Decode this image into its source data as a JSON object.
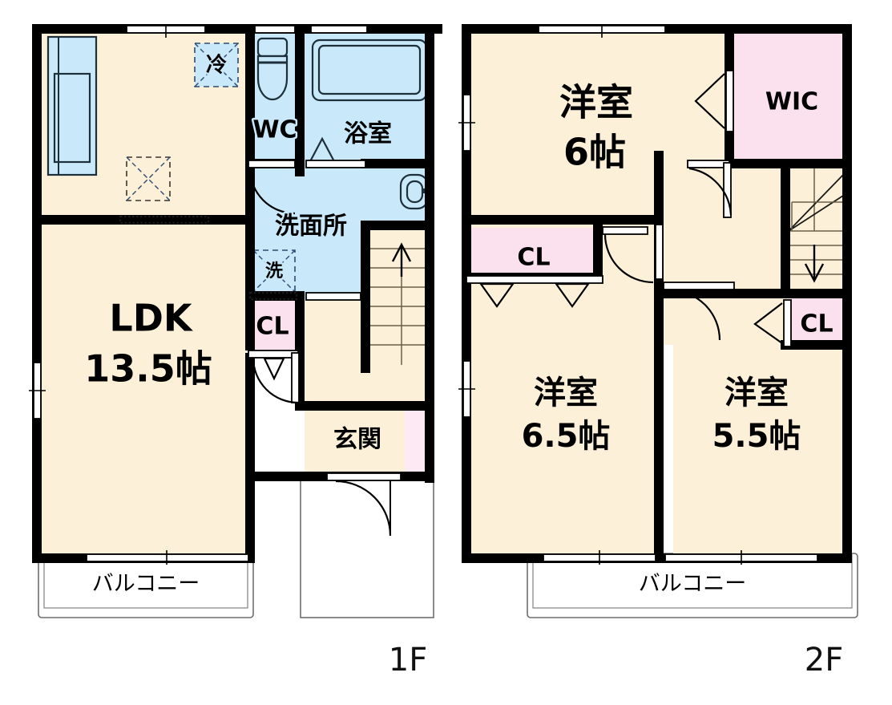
{
  "floors": [
    {
      "id": "1f",
      "label": "1F",
      "rooms": [
        {
          "name": "LDK",
          "size": "13.5帖"
        },
        {
          "name": "WC",
          "size": ""
        },
        {
          "name": "浴室",
          "size": ""
        },
        {
          "name": "洗面所",
          "size": ""
        },
        {
          "name": "CL",
          "size": ""
        },
        {
          "name": "玄関",
          "size": ""
        },
        {
          "name": "バルコニー",
          "size": ""
        }
      ],
      "markers": [
        {
          "name": "冷",
          "meaning": "refrigerator-space"
        },
        {
          "name": "洗",
          "meaning": "washing-machine-space"
        }
      ],
      "balcony_label": "バルコニー"
    },
    {
      "id": "2f",
      "label": "2F",
      "rooms": [
        {
          "name": "洋室",
          "size": "6帖"
        },
        {
          "name": "洋室",
          "size": "6.5帖"
        },
        {
          "name": "洋室",
          "size": "5.5帖"
        },
        {
          "name": "WIC",
          "size": ""
        },
        {
          "name": "CL",
          "size": ""
        },
        {
          "name": "CL",
          "size": ""
        },
        {
          "name": "バルコニー",
          "size": ""
        }
      ],
      "markers": [],
      "balcony_label": "バルコニー"
    }
  ],
  "labels": {
    "ldk": "LDK",
    "ldk_size": "13.5帖",
    "wc": "WC",
    "bath": "浴室",
    "washroom": "洗面所",
    "closet": "CL",
    "entrance": "玄関",
    "fridge": "冷",
    "washer": "洗",
    "balcony": "バルコニー",
    "floor1": "1F",
    "floor2": "2F",
    "wic": "WIC",
    "room_western": "洋室",
    "room6": "6帖",
    "room65": "6.5帖",
    "room55": "5.5帖",
    "closet_2f_a": "CL",
    "closet_2f_b": "CL"
  },
  "colors": {
    "wall": "#000000",
    "room_floor": "#fdf0d8",
    "wet_area": "#c9e9fa",
    "closet": "#fbe0ee",
    "background": "#ffffff",
    "text": "#000000"
  }
}
